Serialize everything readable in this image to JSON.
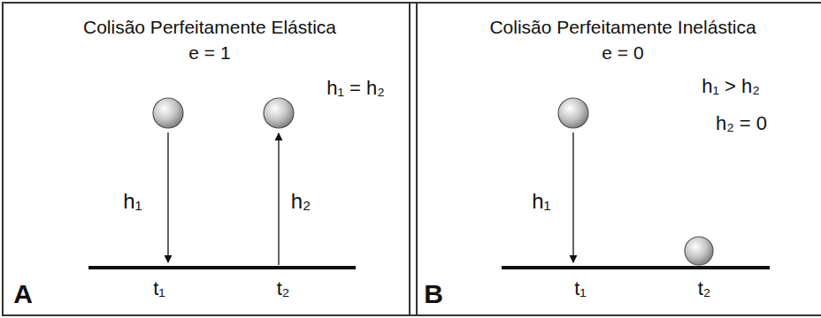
{
  "diagram": {
    "nodes": [
      {
        "text": [
          "Colisão Perfeitamente Elástica",
          "e = 1"
        ]
      },
      {
        "text": [
          "Colisão Perfeitamente Inelástica",
          "e = 0"
        ]
      }
    ],
    "labels": [
      "h₁",
      "h₂",
      "h₁ = h₂",
      "t₁",
      "t₂",
      "A",
      "h₁",
      "h₁ > h₂",
      "h₂ = 0",
      "t₁",
      "t₂",
      "B"
    ]
  }
}
